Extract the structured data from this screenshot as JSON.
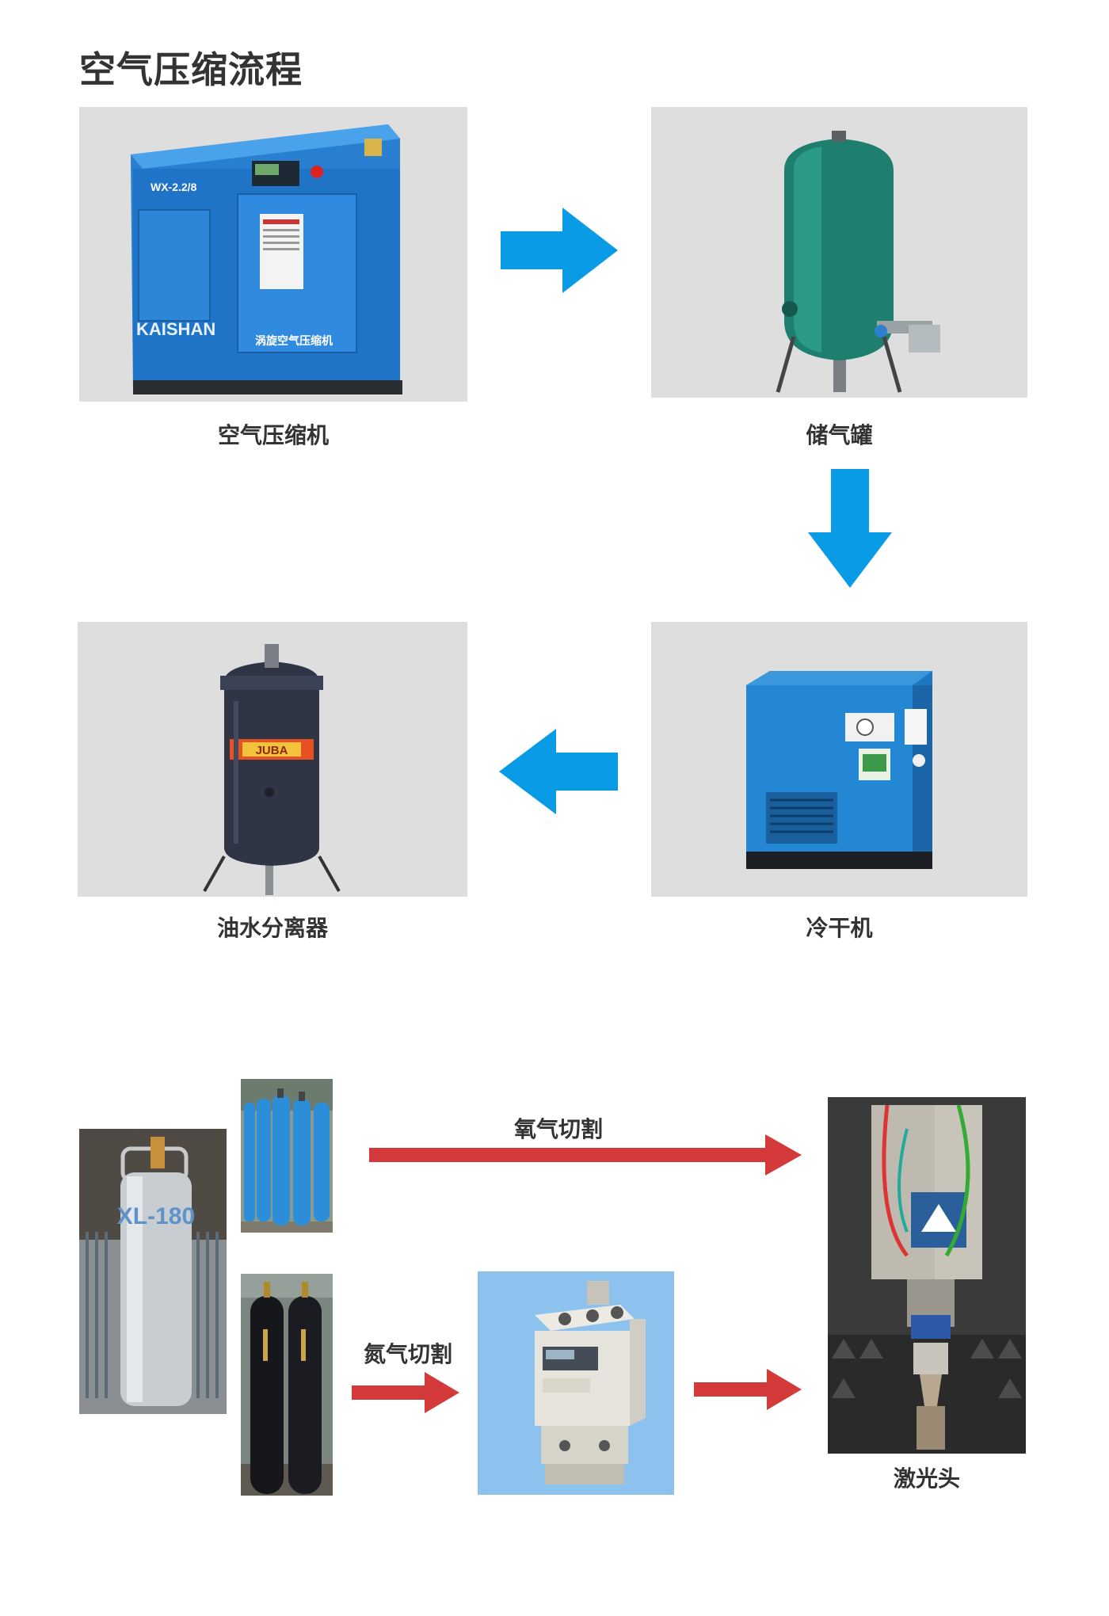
{
  "page_title": "空气压缩流程",
  "air_flow": {
    "compressor": {
      "label": "空气压缩机",
      "brand_text": "KAISHAN",
      "model_text": "WX-2.2/8",
      "panel_text": "涡旋空气压缩机"
    },
    "tank": {
      "label": "储气罐"
    },
    "dryer": {
      "label": "冷干机"
    },
    "separator": {
      "label": "油水分离器",
      "band_text": "JUBA"
    }
  },
  "gas_flow": {
    "oxygen_label": "氧气切割",
    "nitrogen_label": "氮气切割",
    "dewar_text": "XL-180",
    "head_label": "激光头"
  },
  "colors": {
    "blue_arrow": "#0a9be6",
    "red_arrow": "#d43a3a",
    "panel_bg": "#dedede"
  },
  "icons": [
    "right-arrow-icon",
    "down-arrow-icon",
    "left-arrow-icon"
  ]
}
